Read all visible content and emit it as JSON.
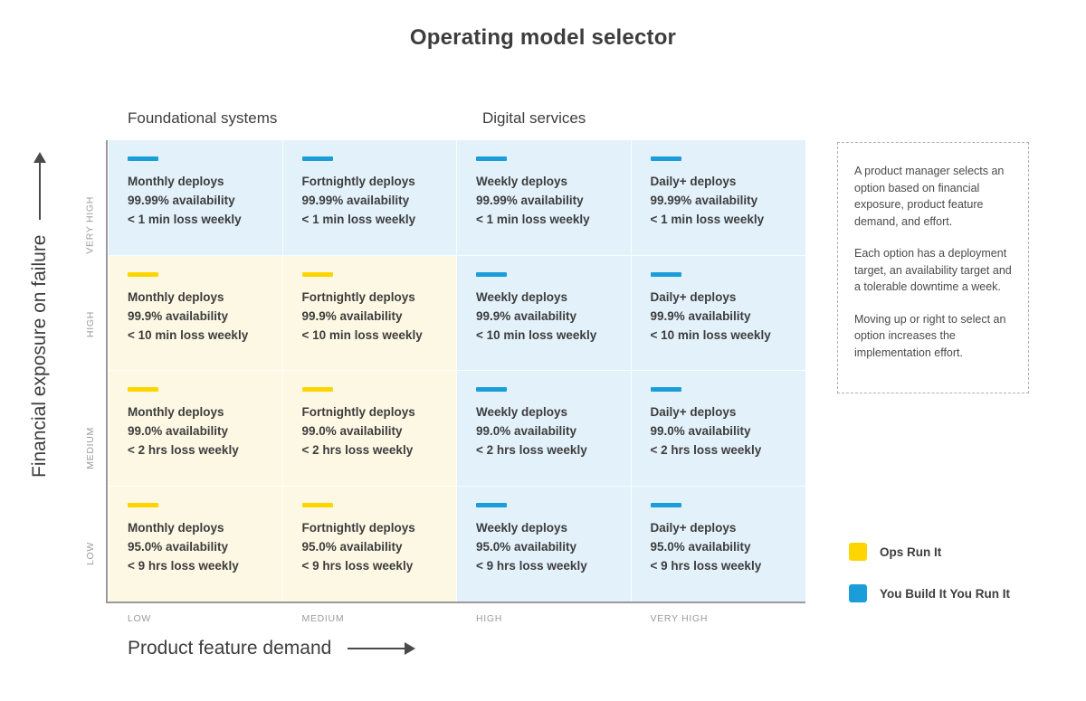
{
  "title": "Operating model selector",
  "colors": {
    "blue_bar": "#1b9dd9",
    "yellow_bar": "#ffd500",
    "blue_cell": "#e3f1fb",
    "cream_cell": "#fdf8e4",
    "axis": "#9a9a9a",
    "text": "#3d3d3d"
  },
  "group_headers": [
    {
      "label": "Foundational systems"
    },
    {
      "label": "Digital services"
    }
  ],
  "axes": {
    "y_title": "Financial exposure on failure",
    "x_title": "Product feature demand",
    "y_ticks": [
      "VERY HIGH",
      "HIGH",
      "MEDIUM",
      "LOW"
    ],
    "x_ticks": [
      "LOW",
      "MEDIUM",
      "HIGH",
      "VERY HIGH"
    ]
  },
  "legend": [
    {
      "label": "Ops Run It",
      "color": "#ffd500",
      "model": "ops-run-it"
    },
    {
      "label": "You Build It You Run It",
      "color": "#1b9dd9",
      "model": "you-build-it-you-run-it"
    }
  ],
  "note": {
    "paragraphs": [
      "A product manager selects an option based on financial exposure, product feature demand, and effort.",
      "Each option has a deployment target, an availability target and a tolerable downtime a week.",
      "Moving up or right to select an option increases the implementation effort."
    ]
  },
  "chart_data": {
    "type": "heatmap",
    "title": "Operating model selector",
    "xlabel": "Product feature demand",
    "ylabel": "Financial exposure on failure",
    "x_categories": [
      "LOW",
      "MEDIUM",
      "HIGH",
      "VERY HIGH"
    ],
    "y_categories": [
      "VERY HIGH",
      "HIGH",
      "MEDIUM",
      "LOW"
    ],
    "legend": [
      "Ops Run It",
      "You Build It You Run It"
    ],
    "legend_position": "right-bottom",
    "grid": true,
    "cells": [
      {
        "row": "VERY HIGH",
        "col": "LOW",
        "model": "you-build-it-you-run-it",
        "bar": "blue",
        "fill": "blue",
        "lines": [
          "Monthly deploys",
          "99.99% availability",
          "< 1 min loss weekly"
        ]
      },
      {
        "row": "VERY HIGH",
        "col": "MEDIUM",
        "model": "you-build-it-you-run-it",
        "bar": "blue",
        "fill": "blue",
        "lines": [
          "Fortnightly deploys",
          "99.99% availability",
          "< 1 min loss weekly"
        ]
      },
      {
        "row": "VERY HIGH",
        "col": "HIGH",
        "model": "you-build-it-you-run-it",
        "bar": "blue",
        "fill": "blue",
        "lines": [
          "Weekly deploys",
          "99.99% availability",
          "< 1 min loss weekly"
        ]
      },
      {
        "row": "VERY HIGH",
        "col": "VERY HIGH",
        "model": "you-build-it-you-run-it",
        "bar": "blue",
        "fill": "blue",
        "lines": [
          "Daily+ deploys",
          "99.99% availability",
          "< 1 min loss weekly"
        ]
      },
      {
        "row": "HIGH",
        "col": "LOW",
        "model": "ops-run-it",
        "bar": "yellow",
        "fill": "cream",
        "lines": [
          "Monthly deploys",
          "99.9% availability",
          "< 10 min loss weekly"
        ]
      },
      {
        "row": "HIGH",
        "col": "MEDIUM",
        "model": "ops-run-it",
        "bar": "yellow",
        "fill": "cream",
        "lines": [
          "Fortnightly deploys",
          "99.9% availability",
          "< 10 min loss weekly"
        ]
      },
      {
        "row": "HIGH",
        "col": "HIGH",
        "model": "you-build-it-you-run-it",
        "bar": "blue",
        "fill": "blue",
        "lines": [
          "Weekly deploys",
          "99.9% availability",
          "< 10 min loss weekly"
        ]
      },
      {
        "row": "HIGH",
        "col": "VERY HIGH",
        "model": "you-build-it-you-run-it",
        "bar": "blue",
        "fill": "blue",
        "lines": [
          "Daily+ deploys",
          "99.9% availability",
          "< 10 min loss weekly"
        ]
      },
      {
        "row": "MEDIUM",
        "col": "LOW",
        "model": "ops-run-it",
        "bar": "yellow",
        "fill": "cream",
        "lines": [
          "Monthly deploys",
          "99.0% availability",
          "< 2 hrs loss weekly"
        ]
      },
      {
        "row": "MEDIUM",
        "col": "MEDIUM",
        "model": "ops-run-it",
        "bar": "yellow",
        "fill": "cream",
        "lines": [
          "Fortnightly deploys",
          "99.0% availability",
          "< 2 hrs loss weekly"
        ]
      },
      {
        "row": "MEDIUM",
        "col": "HIGH",
        "model": "you-build-it-you-run-it",
        "bar": "blue",
        "fill": "blue",
        "lines": [
          "Weekly deploys",
          "99.0% availability",
          "< 2 hrs loss weekly"
        ]
      },
      {
        "row": "MEDIUM",
        "col": "VERY HIGH",
        "model": "you-build-it-you-run-it",
        "bar": "blue",
        "fill": "blue",
        "lines": [
          "Daily+ deploys",
          "99.0% availability",
          "< 2 hrs loss weekly"
        ]
      },
      {
        "row": "LOW",
        "col": "LOW",
        "model": "ops-run-it",
        "bar": "yellow",
        "fill": "cream",
        "lines": [
          "Monthly deploys",
          "95.0% availability",
          "< 9 hrs loss weekly"
        ]
      },
      {
        "row": "LOW",
        "col": "MEDIUM",
        "model": "ops-run-it",
        "bar": "yellow",
        "fill": "cream",
        "lines": [
          "Fortnightly deploys",
          "95.0% availability",
          "< 9 hrs loss weekly"
        ]
      },
      {
        "row": "LOW",
        "col": "HIGH",
        "model": "you-build-it-you-run-it",
        "bar": "blue",
        "fill": "blue",
        "lines": [
          "Weekly deploys",
          "95.0% availability",
          "< 9 hrs loss weekly"
        ]
      },
      {
        "row": "LOW",
        "col": "VERY HIGH",
        "model": "you-build-it-you-run-it",
        "bar": "blue",
        "fill": "blue",
        "lines": [
          "Daily+ deploys",
          "95.0% availability",
          "< 9 hrs loss weekly"
        ]
      }
    ]
  }
}
